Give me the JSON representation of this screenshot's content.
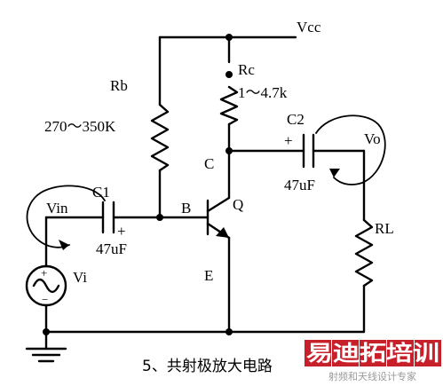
{
  "labels": {
    "vcc": "Vcc",
    "rb": "Rb",
    "rb_value": "270～350K",
    "rc": "Rc",
    "rc_value": "1～4.7k",
    "c": "C",
    "c2": "C2",
    "c2_value": "47uF",
    "vo": "Vo",
    "vin": "Vin",
    "c1": "C1",
    "c1_value": "47uF",
    "b": "B",
    "q": "Q",
    "rl": "RL",
    "e": "E",
    "vi": "Vi",
    "plus_c1": "+",
    "plus_c2": "+",
    "src_plus": "+",
    "src_minus": "−"
  },
  "caption": "5、共射极放大电路",
  "watermark": {
    "brand": "易迪拓培训",
    "subtitle": "射频和天线设计专家"
  },
  "colors": {
    "wire": "#000000",
    "watermark_red": "#c8202b"
  }
}
